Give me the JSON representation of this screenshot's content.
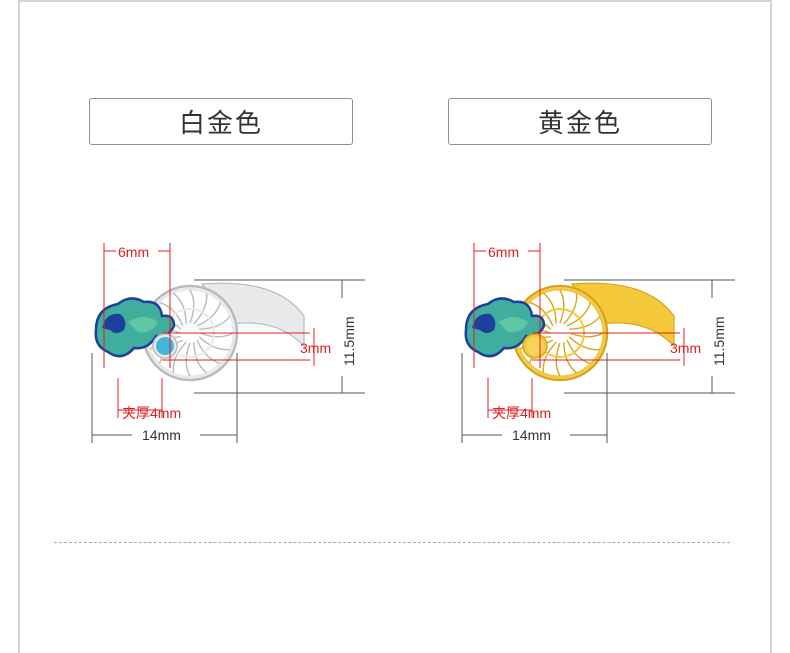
{
  "variants": [
    {
      "label": "白金色",
      "metal_color": "#e9e9ec",
      "metal_shadow": "#b9b9bf",
      "stone_color": "#43b6d8",
      "dims": {
        "top_width": "6mm",
        "stone": "3mm",
        "height": "11.5mm",
        "thickness": "夹厚4mm",
        "width": "14mm"
      }
    },
    {
      "label": "黄金色",
      "metal_color": "#f3c93b",
      "metal_shadow": "#d7a51c",
      "stone_color": "#f6d35a",
      "dims": {
        "top_width": "6mm",
        "stone": "3mm",
        "height": "11.5mm",
        "thickness": "夹厚4mm",
        "width": "14mm"
      }
    }
  ],
  "enamel": {
    "blue": "#1f3f9e",
    "teal": "#3fae9c",
    "green": "#5fc7a2"
  },
  "dimension_colors": {
    "red": "#e02020",
    "dark": "#555555"
  }
}
